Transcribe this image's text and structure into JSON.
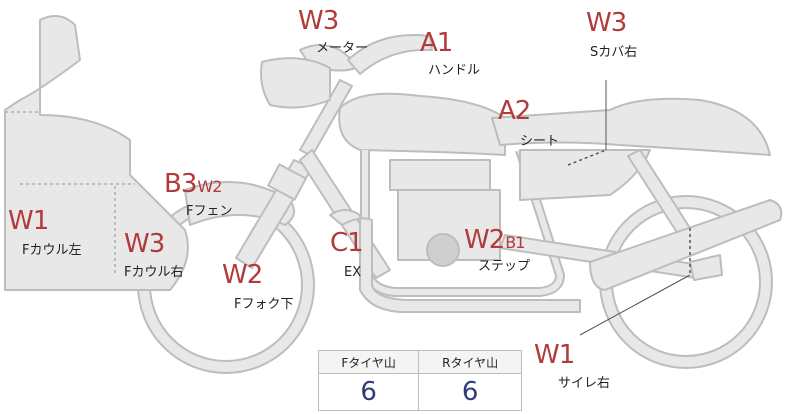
{
  "markers": [
    {
      "id": "w3-meter",
      "code": "W3",
      "label": "メーター"
    },
    {
      "id": "a1-handle",
      "code": "A1",
      "label": "ハンドル"
    },
    {
      "id": "w3-side-cover",
      "code": "W3",
      "label": "Sカバ右"
    },
    {
      "id": "a2-seat",
      "code": "A2",
      "label": "シート"
    },
    {
      "id": "b3-front-fender",
      "code": "B3",
      "sub": "W2",
      "label": "Fフェン"
    },
    {
      "id": "w1-cowl-left",
      "code": "W1",
      "label": "Fカウル左"
    },
    {
      "id": "w3-cowl-right",
      "code": "W3",
      "label": "Fカウル右"
    },
    {
      "id": "w2-fork",
      "code": "W2",
      "label": "Fフォク下"
    },
    {
      "id": "c1-ex",
      "code": "C1",
      "label": "EX"
    },
    {
      "id": "w2-step",
      "code": "W2",
      "sub": "B1",
      "label": "ステップ"
    },
    {
      "id": "w1-muffler",
      "code": "W1",
      "label": "サイレ右"
    }
  ],
  "tread_table": {
    "headers": [
      "Fタイヤ山",
      "Rタイヤ山"
    ],
    "values": [
      "6",
      "6"
    ]
  },
  "colors": {
    "code": "#b23a3a",
    "body_fill": "#e8e8e8",
    "body_stroke": "#bdbdbd",
    "value": "#2d3e7a"
  }
}
